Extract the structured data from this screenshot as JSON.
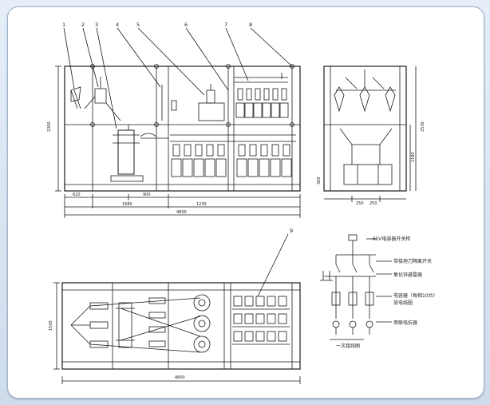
{
  "callouts": [
    "1",
    "2",
    "3",
    "4",
    "5",
    "6",
    "7",
    "8",
    "9"
  ],
  "dims": {
    "front_height": "2300",
    "d_620": "620",
    "d_900": "900",
    "d_1680": "1680",
    "d_1230": "1230",
    "front_width": "4800",
    "side_2530": "2530",
    "side_1180": "1180",
    "side_300": "300",
    "side_250a": "250",
    "side_250b": "250",
    "plan_depth": "1500",
    "plan_width": "4800"
  },
  "single_line": {
    "caption": "一次接线图",
    "labels": [
      "6kV电容器开关柜",
      "带接地刀隔离开关",
      "氧化锌避雷器",
      "电容器（每相10台）",
      "放电线圈",
      "串联电抗器"
    ]
  },
  "colors": {
    "frame_bg": "#dde7f3",
    "line": "#1a1a1a"
  }
}
